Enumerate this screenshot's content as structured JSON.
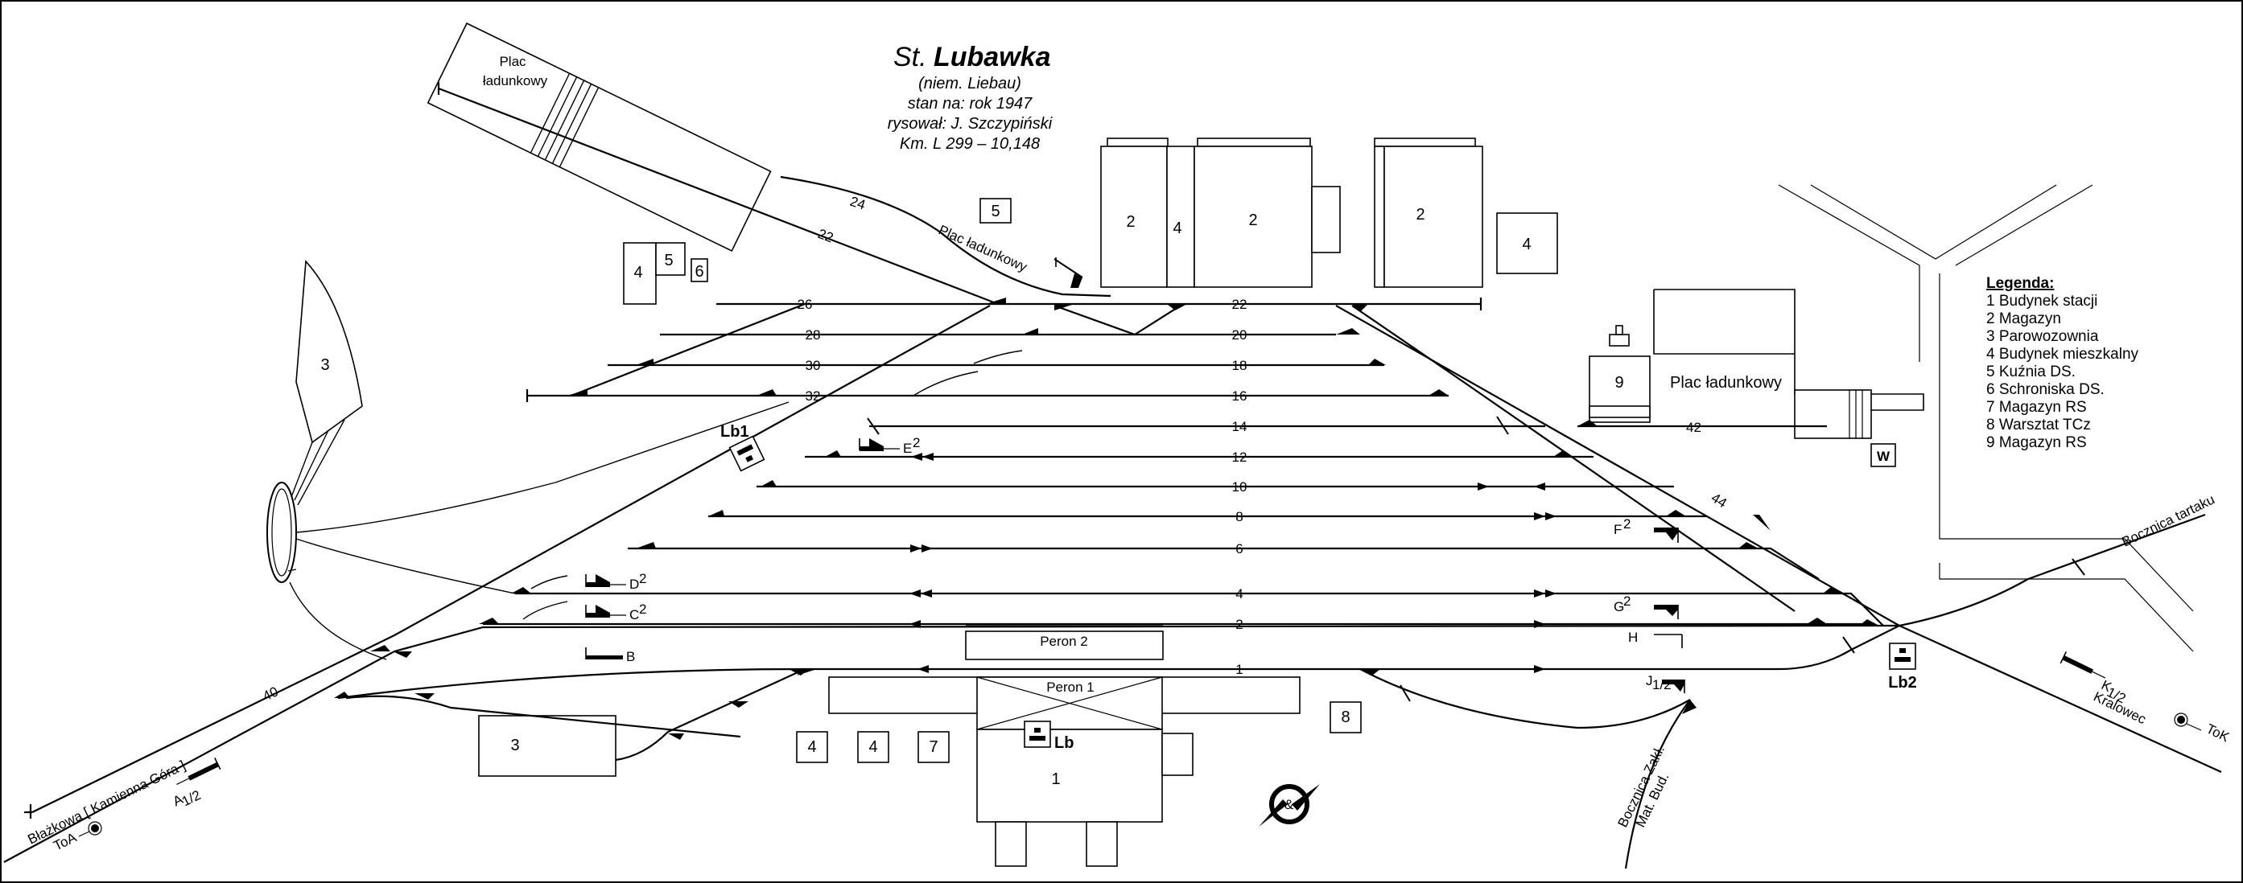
{
  "header": {
    "title_prefix": "St.",
    "title_name": "Lubawka",
    "lines": [
      "(niem. Liebau)",
      "stan na: rok 1947",
      "rysował: J. Szczypiński",
      "Km. L 299 – 10,148"
    ]
  },
  "legend": {
    "heading": "Legenda:",
    "items": [
      "1  Budynek stacji",
      "2  Magazyn",
      "3  Parowozownia",
      "4  Budynek mieszkalny",
      "5  Kuźnia DS.",
      "6  Schroniska DS.",
      "7  Magazyn RS",
      "8  Warsztat TCz",
      "9  Magazyn RS"
    ]
  },
  "tracks": {
    "t26": "26",
    "t28": "28",
    "t30": "30",
    "t32": "32",
    "t22": "22",
    "t20": "20",
    "t18": "18",
    "t16": "16",
    "t14": "14",
    "t12": "12",
    "t10": "10",
    "t8": "8",
    "t6": "6",
    "t4": "4",
    "t2": "2",
    "t1": "1",
    "t22_spur": "22",
    "t24": "24",
    "t40": "40",
    "t42": "42",
    "t44": "44"
  },
  "places": {
    "plac_top_line1": "Plac",
    "plac_top_line2": "ładunkowy",
    "plac_diag": "Plac ładunkowy",
    "plac_right": "Plac ładunkowy",
    "peron1": "Peron 1",
    "peron2": "Peron 2",
    "left_dest": "Błażkowa [ Kamienna Góra ]",
    "right_dest": "Kralowec",
    "siding_tartak": "Bocznica tartaku",
    "siding_mat_1": "Bocznica Zakł.",
    "siding_mat_2": "Mat. Bud."
  },
  "buildings": {
    "b1": "1",
    "b2a": "2",
    "b2b": "2",
    "b2c": "2",
    "b3a": "3",
    "b3b": "3",
    "b4a": "4",
    "b4b": "4",
    "b4c": "4",
    "b4d": "4",
    "b4e": "4",
    "b5a": "5",
    "b5b": "5",
    "b6": "6",
    "b7": "7",
    "b8": "8",
    "b9": "9",
    "bW": "W"
  },
  "posts": {
    "lb": "Lb",
    "lb1": "Lb1",
    "lb2": "Lb2"
  },
  "signals": {
    "B": "B",
    "C": "C",
    "C_sup": "2",
    "D": "D",
    "D_sup": "2",
    "E": "E",
    "E_sup": "2",
    "F": "F",
    "F_sup": "2",
    "G": "G",
    "G_sup": "2",
    "H": "H",
    "J": "J",
    "J_sub": "1/2",
    "A": "A",
    "A_sub": "1/2",
    "K": "K",
    "K_sub": "1/2",
    "ToA": "ToA",
    "ToK": "ToK"
  }
}
